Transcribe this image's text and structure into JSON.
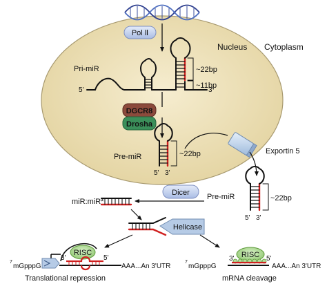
{
  "labels": {
    "pol2": "Pol Ⅱ",
    "nucleus": "Nucleus",
    "cytoplasm": "Cytoplasm",
    "pri_mir": "Pri-miR",
    "bp22_pri": "~22bp",
    "bp11": "~11bp",
    "five_prime_pri": "5'",
    "three_prime_pri": "3'",
    "dgcr8": "DGCR8",
    "drosha": "Drosha",
    "pre_mir_nuc": "Pre-miR",
    "bp22_pre_nuc": "~22bp",
    "five_prime_pre_nuc": "5'",
    "three_prime_pre_nuc": "3'",
    "exportin": "Exportin 5",
    "dicer": "Dicer",
    "mir_duplex": "miR:miR*",
    "pre_mir_cyto": "Pre-miR",
    "bp22_pre_cyto": "~22bp",
    "five_prime_pre_cyto": "5'",
    "three_prime_pre_cyto": "3'",
    "helicase": "Helicase",
    "risc_left": "RISC",
    "risc_right": "RISC",
    "cap_left_sup": "7",
    "cap_left": "mGpppG",
    "three_left": "3'",
    "five_left": "5'",
    "polyA_left": "AAA...An 3'UTR",
    "cap_right_sup": "7",
    "cap_right": "mGpppG",
    "three_right": "3'",
    "five_right": "5'",
    "polyA_right": "AAA...An 3'UTR",
    "translational_repression": "Translational repression",
    "mrna_cleavage": "mRNA cleavage"
  },
  "colors": {
    "cell_fill": "#ecdfb3",
    "cell_stroke": "#a89a70",
    "rna": "#111111",
    "mature_strand": "#d0201f",
    "pill_fill": "#c6d3ef",
    "pill_stroke": "#7d8fc0",
    "dgcr8_fill": "#8c4a3c",
    "drosha_fill": "#3b8f5a",
    "exportin_fill": "#bfd4ec",
    "helicase_fill": "#b6cbe6",
    "risc_fill": "#b7df9c",
    "risc_stroke": "#5e9a3b"
  }
}
